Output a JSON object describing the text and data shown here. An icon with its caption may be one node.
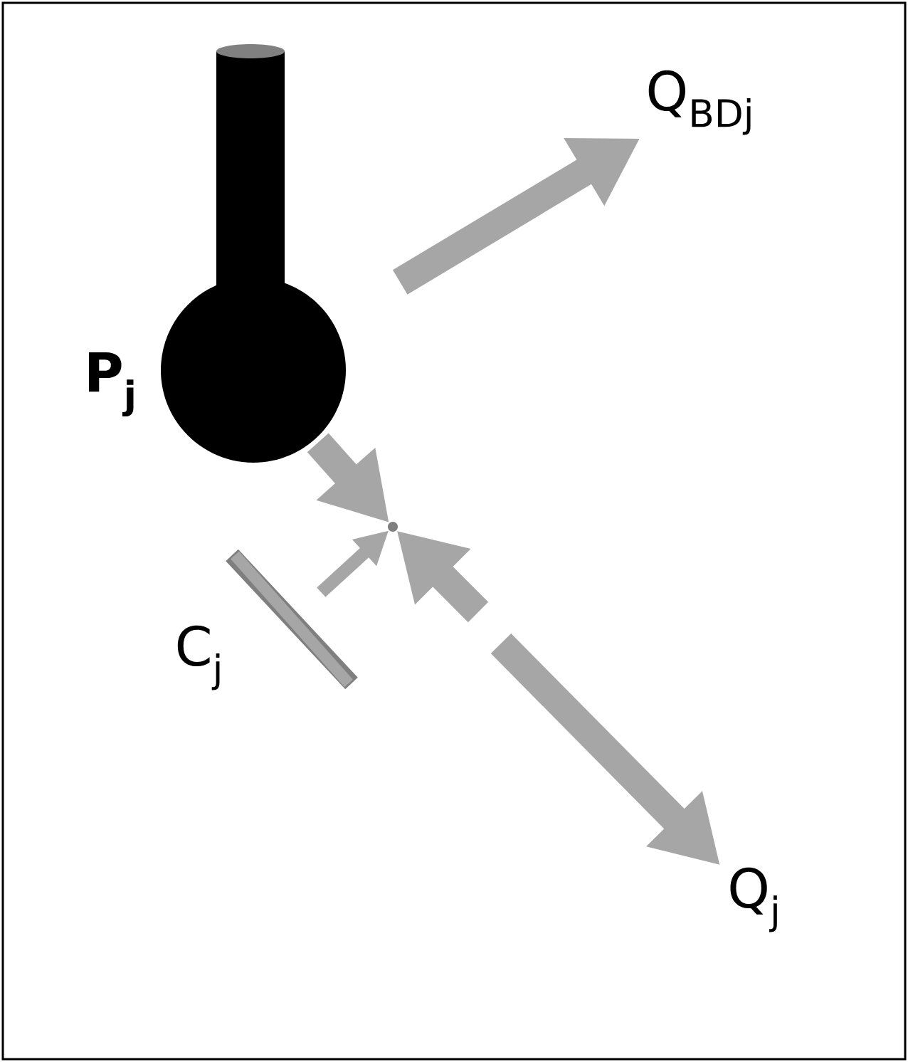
{
  "diagram": {
    "nodes": [
      {
        "text": [
          "P$_{j}$"
        ]
      },
      {
        "text": [
          "Q$_{BDj}$"
        ]
      },
      {
        "text": [],
        "shape": "point"
      },
      {
        "text": [
          "C$_{j}$"
        ]
      },
      {
        "text": [
          "Q$_{j}$"
        ]
      }
    ],
    "edges": [
      {
        "from": 0,
        "to": 1,
        "arrow": "to"
      },
      {
        "from": 0,
        "to": 2,
        "arrow": "to"
      },
      {
        "from": 3,
        "to": 2,
        "arrow": "to"
      },
      {
        "from": null,
        "to": 2,
        "arrow": "to"
      },
      {
        "from": null,
        "to": 4,
        "arrow": "to"
      }
    ]
  }
}
